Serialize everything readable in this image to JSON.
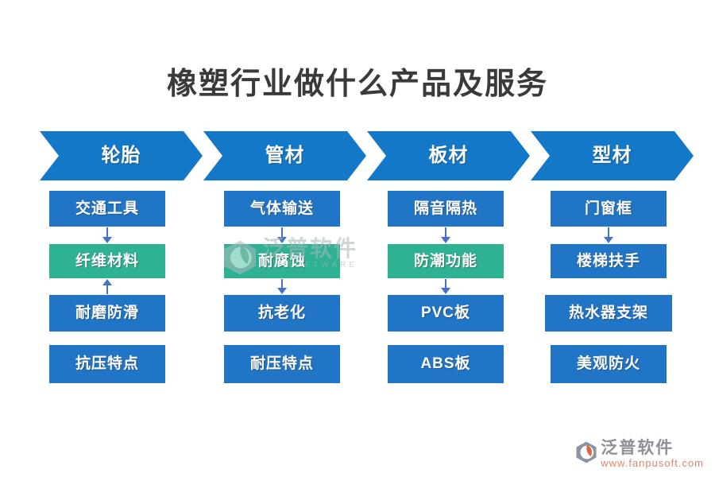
{
  "title": "橡塑行业做什么产品及服务",
  "columns": [
    {
      "header": "轮胎",
      "boxes": [
        {
          "label": "交通工具",
          "variant": "blue"
        },
        {
          "label": "纤维材料",
          "variant": "green"
        },
        {
          "label": "耐磨防滑",
          "variant": "blue"
        },
        {
          "label": "抗压特点",
          "variant": "blue"
        }
      ],
      "connectors": [
        "down",
        "up"
      ]
    },
    {
      "header": "管材",
      "boxes": [
        {
          "label": "气体输送",
          "variant": "blue"
        },
        {
          "label": "耐腐蚀",
          "variant": "green"
        },
        {
          "label": "抗老化",
          "variant": "blue"
        },
        {
          "label": "耐压特点",
          "variant": "blue"
        }
      ],
      "connectors": [
        "down",
        "down"
      ]
    },
    {
      "header": "板材",
      "boxes": [
        {
          "label": "隔音隔热",
          "variant": "blue"
        },
        {
          "label": "防潮功能",
          "variant": "green"
        },
        {
          "label": "PVC板",
          "variant": "blue"
        },
        {
          "label": "ABS板",
          "variant": "blue"
        }
      ],
      "connectors": [
        "down",
        "down"
      ]
    },
    {
      "header": "型材",
      "boxes": [
        {
          "label": "门窗框",
          "variant": "blue"
        },
        {
          "label": "楼梯扶手",
          "variant": "blue"
        },
        {
          "label": "热水器支架",
          "variant": "blue"
        },
        {
          "label": "美观防火",
          "variant": "blue"
        }
      ],
      "connectors": [
        "down"
      ]
    }
  ],
  "watermark": {
    "brand": "泛普软件",
    "subtext": "SOFTWARE"
  },
  "logo": {
    "brand": "泛普软件",
    "url": "www.fanpusoft.com"
  },
  "colors": {
    "header_blue": "#1478c8",
    "box_blue": "#2075c7",
    "box_green": "#2eb293",
    "connector_blue": "#4472c4",
    "title_text": "#3a3a3a",
    "logo_gray": "#8f8f98",
    "logo_orange": "#e0876e"
  }
}
